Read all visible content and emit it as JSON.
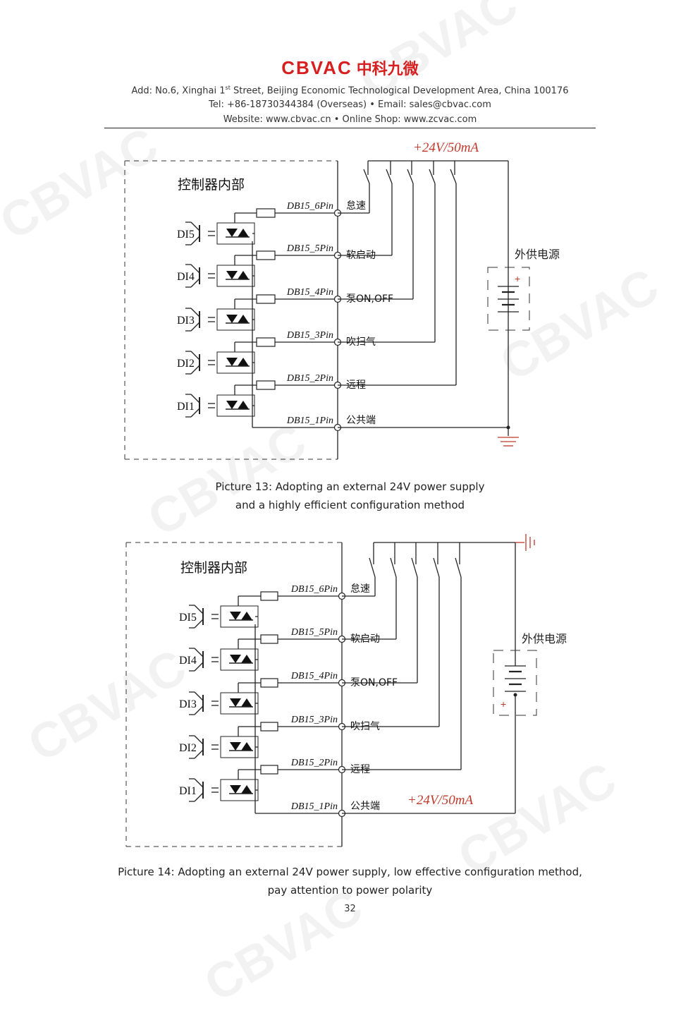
{
  "header": {
    "brand": "CBVAC",
    "brand_cn": "中科九微",
    "address_pre": "Add: No.6, Xinghai 1",
    "address_sup": "st",
    "address_post": " Street, Beijing Economic Technological Development Area, China 100176",
    "tel": "Tel: +86-18730344384 (Overseas) • Email: sales@cbvac.com",
    "website": "Website: www.cbvac.cn • Online Shop: www.zcvac.com"
  },
  "watermark": "CBVAC",
  "diagram1": {
    "voltage": "+24V/50mA",
    "controller_title": "控制器内部",
    "supply_label": "外供电源",
    "plus": "+",
    "di_labels": [
      "DI5",
      "DI4",
      "DI3",
      "DI2",
      "DI1"
    ],
    "pins": [
      "DB15_6Pin",
      "DB15_5Pin",
      "DB15_4Pin",
      "DB15_3Pin",
      "DB15_2Pin",
      "DB15_1Pin"
    ],
    "functions": [
      "怠速",
      "软启动",
      "泵ON,OFF",
      "吹扫气",
      "远程",
      "公共端"
    ]
  },
  "caption1": [
    "Picture 13: Adopting an external 24V power supply",
    "and a highly efficient configuration method"
  ],
  "diagram2": {
    "voltage": "+24V/50mA",
    "controller_title": "控制器内部",
    "supply_label": "外供电源",
    "plus": "+",
    "di_labels": [
      "DI5",
      "DI4",
      "DI3",
      "DI2",
      "DI1"
    ],
    "pins": [
      "DB15_6Pin",
      "DB15_5Pin",
      "DB15_4Pin",
      "DB15_3Pin",
      "DB15_2Pin",
      "DB15_1Pin"
    ],
    "functions": [
      "怠速",
      "软启动",
      "泵ON,OFF",
      "吹扫气",
      "远程",
      "公共端"
    ]
  },
  "caption2": [
    "Picture 14: Adopting an external 24V power supply, low effective configuration method,",
    "pay attention to power polarity"
  ],
  "page_number": "32"
}
